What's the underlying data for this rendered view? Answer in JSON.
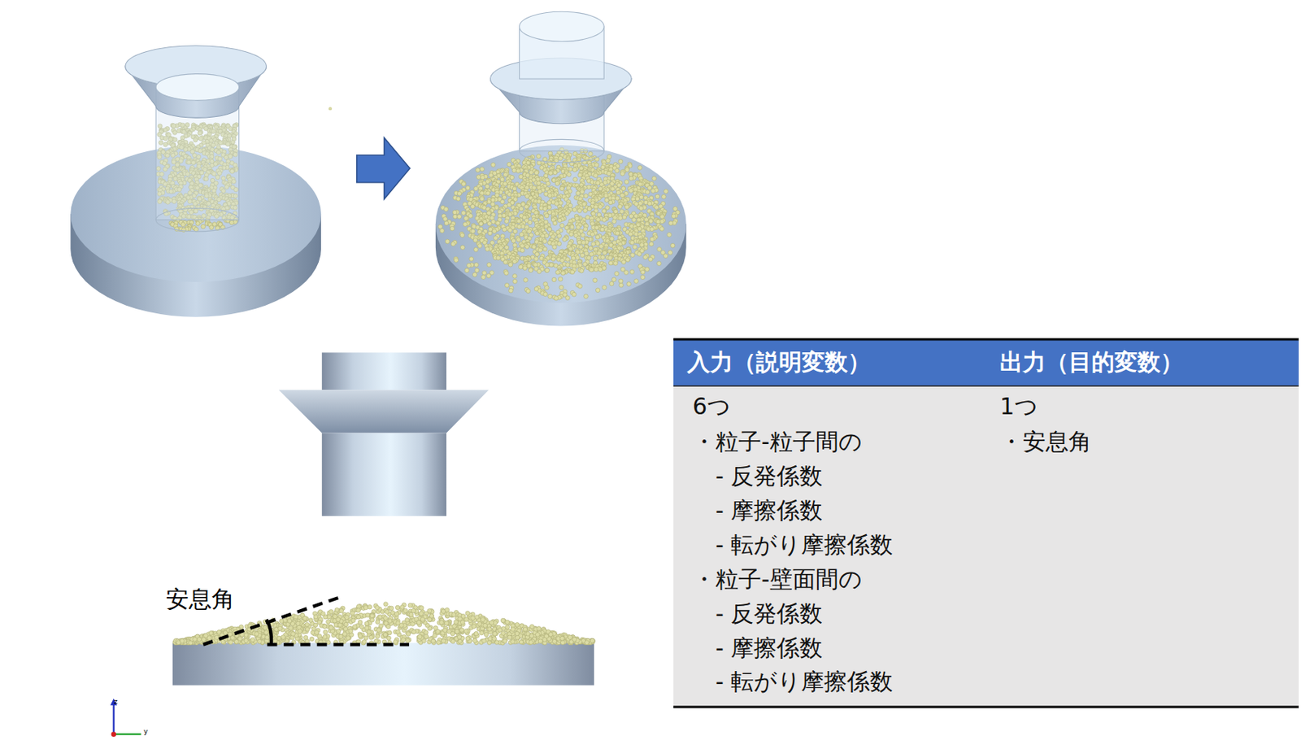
{
  "diagram": {
    "labels": [
      "安息角",
      "z",
      "y",
      "入力（説明変数）",
      "出力（目的変数）",
      "6つ",
      "・粒子-粒子間の",
      "- 反発係数",
      "- 摩擦係数",
      "- 転がり摩擦係数",
      "・粒子-壁面間の",
      "- 反発係数",
      "- 摩擦係数",
      "- 転がり摩擦係数",
      "1つ",
      "・安息角"
    ]
  }
}
